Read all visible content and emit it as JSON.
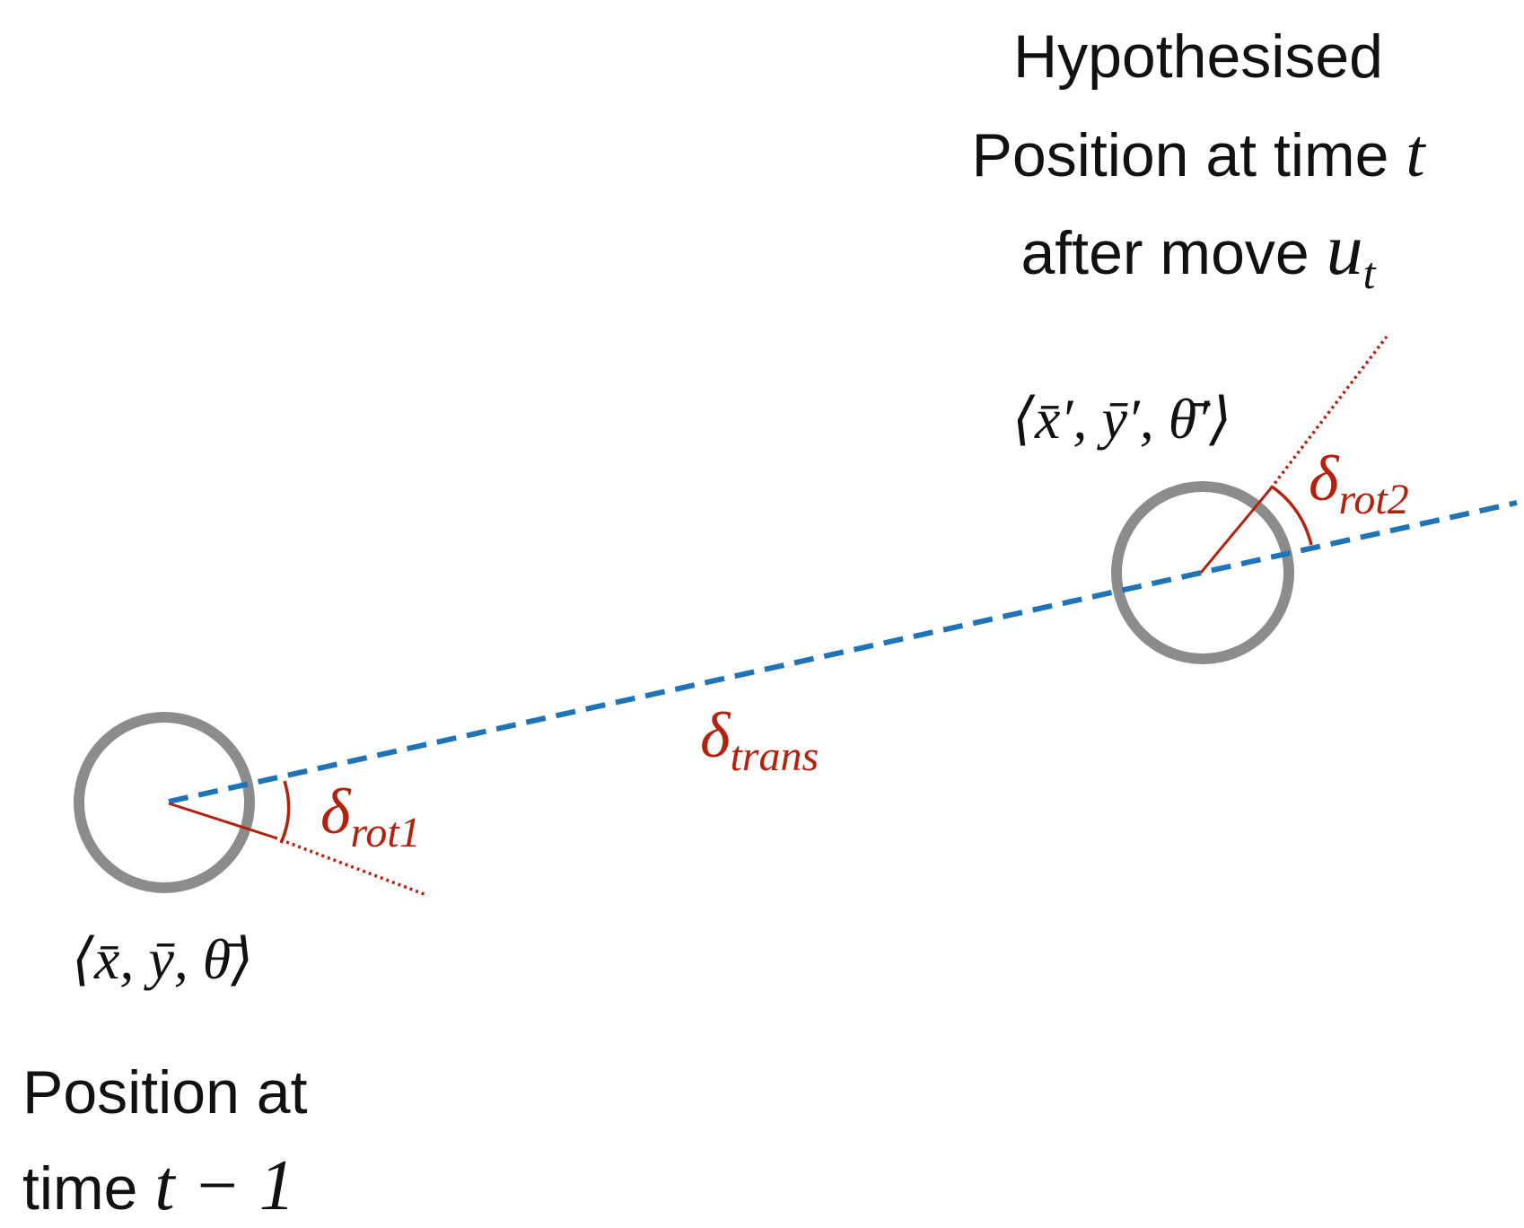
{
  "colors": {
    "background": "#ffffff",
    "robot_ring": "#8c8c8c",
    "trajectory_blue": "#1f73b7",
    "angle_red": "#b3220e",
    "text": "#111111"
  },
  "start_pose": {
    "label": "⟨x̄, ȳ, θ̄⟩",
    "caption_line1": "Position at",
    "caption_line2_text": "time ",
    "caption_line2_math": "t − 1"
  },
  "end_pose": {
    "label": "⟨x̄′, ȳ′, θ̄′⟩",
    "caption_line1": "Hypothesised",
    "caption_line2_text": "Position at time ",
    "caption_line2_math": "t",
    "caption_line3_text": "after move ",
    "caption_line3_math": "u",
    "caption_line3_sub": "t"
  },
  "motion": {
    "delta_symbol": "δ",
    "trans_sub": "trans",
    "rot1_sub": "rot1",
    "rot2_sub": "rot2"
  }
}
